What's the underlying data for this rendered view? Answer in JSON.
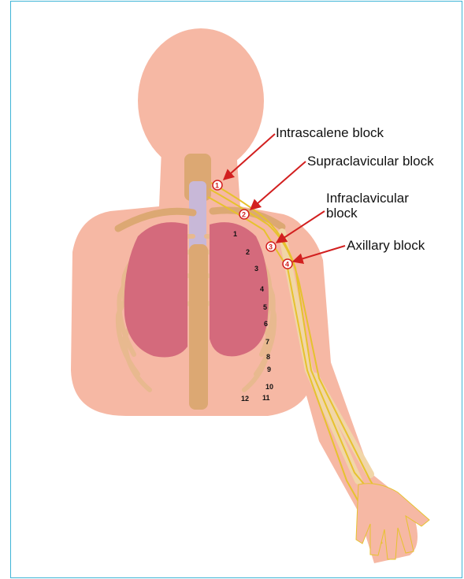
{
  "callouts": {
    "interscalene": "Intrascalene block",
    "supraclavicular": "Supraclavicular block",
    "infraclavicular_line1": "Infraclavicular",
    "infraclavicular_line2": "block",
    "axillary": "Axillary block"
  },
  "block_markers": [
    "1",
    "2",
    "3",
    "4"
  ],
  "rib_numbers": [
    "1",
    "2",
    "3",
    "4",
    "5",
    "6",
    "7",
    "8",
    "9",
    "10",
    "11",
    "12"
  ],
  "colors": {
    "frame": "#3fb4d6",
    "skin": "#f6b8a4",
    "lung": "#d46a7c",
    "bone": "#dca873",
    "nerve": "#e6c22e",
    "marker": "#d21f1f"
  }
}
